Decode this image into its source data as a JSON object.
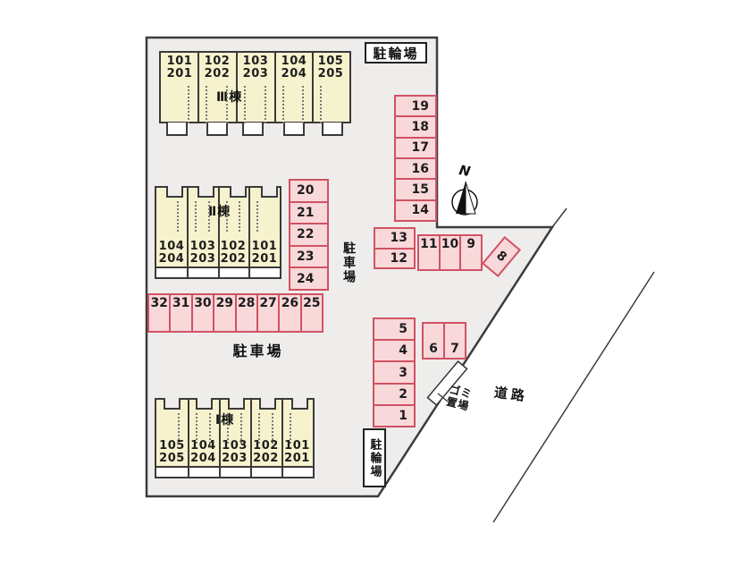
{
  "labels": {
    "bicycle_parking_top": "駐輪場",
    "bicycle_parking_bottom": "駐輪場",
    "car_parking_main": "駐車場",
    "car_parking_side": "駐車場",
    "garbage_line1": "ゴミ",
    "garbage_line2": "置場",
    "road": "道路",
    "north": "N"
  },
  "buildings": [
    {
      "name": "Ⅲ棟",
      "units": [
        "101\n201",
        "102\n202",
        "103\n203",
        "104\n204",
        "105\n205"
      ]
    },
    {
      "name": "Ⅱ棟",
      "units": [
        "104\n204",
        "103\n203",
        "102\n202",
        "101\n201"
      ]
    },
    {
      "name": "Ⅰ棟",
      "units": [
        "105\n205",
        "104\n204",
        "103\n203",
        "102\n202",
        "101\n201"
      ]
    }
  ],
  "parking": {
    "col_19_14": [
      "19",
      "18",
      "17",
      "16",
      "15",
      "14"
    ],
    "block_13_12": [
      "13",
      "12"
    ],
    "row_11_9": [
      "11",
      "10",
      "9"
    ],
    "space_8": "8",
    "col_20_24": [
      "20",
      "21",
      "22",
      "23",
      "24"
    ],
    "row_32_25": [
      "32",
      "31",
      "30",
      "29",
      "28",
      "27",
      "26",
      "25"
    ],
    "col_5_1": [
      "5",
      "4",
      "3",
      "2",
      "1"
    ],
    "row_6_7": [
      "6",
      "7"
    ]
  },
  "colors": {
    "site_fill": "#eeedeb",
    "outline": "#3c3c3c",
    "building_fill": "#f6f2cd",
    "building_border": "#3a3a3a",
    "parking_fill": "#f9d8da",
    "parking_border": "#d05263"
  }
}
